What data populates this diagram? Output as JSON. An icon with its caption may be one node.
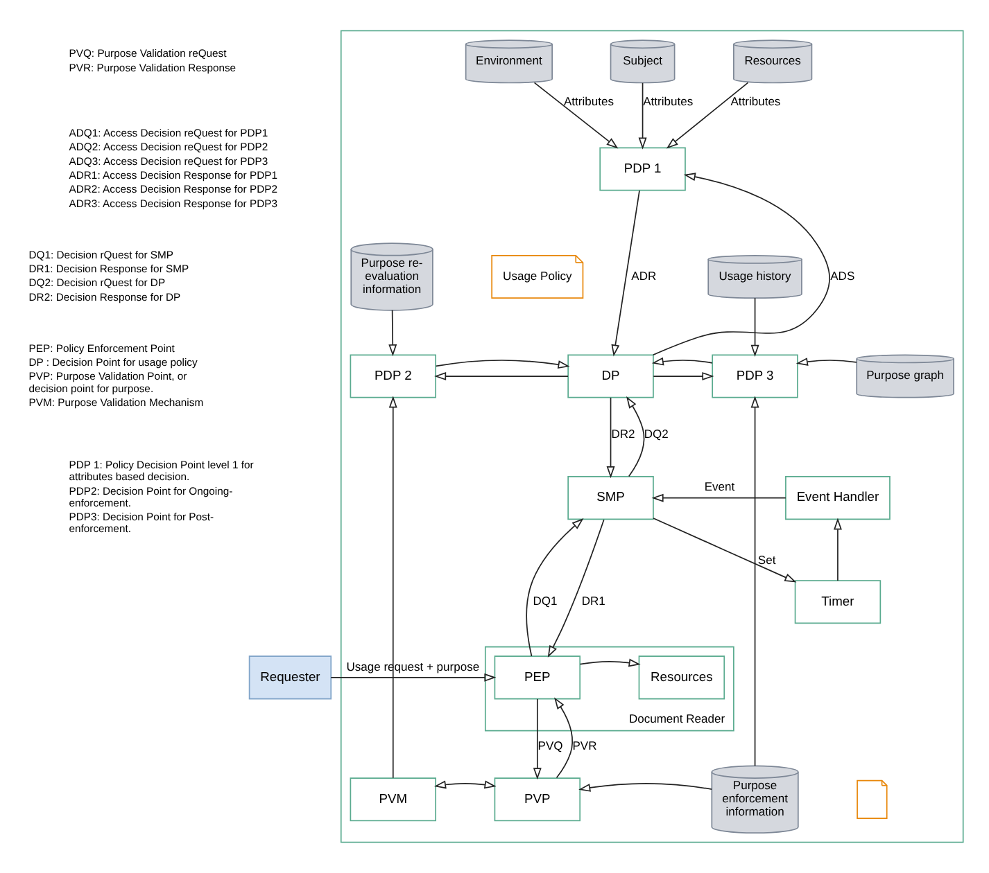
{
  "diagram": {
    "nodes": [
      {
        "text": [],
        "shape": "box"
      },
      {
        "text": [
          "Subject"
        ],
        "in": 0
      },
      {
        "text": [
          "Environment"
        ],
        "in": 0
      },
      {
        "text": [
          "Resources"
        ],
        "in": 0
      },
      {
        "text": [
          "PDP 1"
        ],
        "in": 0
      },
      {
        "text": [
          "Purpose re-evaluation information"
        ],
        "in": 0
      },
      {
        "text": [
          "Usage Policy"
        ],
        "in": 0
      },
      {
        "text": [
          "Usage history"
        ],
        "in": 0
      },
      {
        "text": [
          "PDP 2"
        ],
        "in": 0
      },
      {
        "text": [
          "DP"
        ],
        "in": 0
      },
      {
        "text": [
          "PDP 3"
        ],
        "in": 0
      },
      {
        "text": [
          "Purpose graph"
        ],
        "in": 0
      },
      {
        "text": [
          "SMP"
        ],
        "in": 0
      },
      {
        "text": [
          "Event Handler"
        ],
        "in": 0
      },
      {
        "text": [
          "Timer"
        ],
        "in": 0
      },
      {
        "text": [
          "Requester"
        ]
      },
      {
        "text": [
          "Document Reader"
        ],
        "in": 0
      },
      {
        "text": [
          "PEP"
        ],
        "in": 16
      },
      {
        "text": [
          "Resources"
        ],
        "in": 16
      },
      {
        "text": [
          "PVM"
        ],
        "in": 0
      },
      {
        "text": [
          "PVP"
        ],
        "in": 0
      },
      {
        "text": [
          "Purpose enforcement information"
        ],
        "in": 0
      },
      {
        "text": [],
        "shape": "document",
        "in": 0
      }
    ],
    "edges": [
      {
        "from": 1,
        "to": 4,
        "arrow": "to",
        "label": "Attributes"
      },
      {
        "from": 2,
        "to": 4,
        "arrow": "to",
        "label": "Attributes"
      },
      {
        "from": 3,
        "to": 4,
        "arrow": "to",
        "label": "Attributes"
      },
      {
        "from": 4,
        "to": 9,
        "arrow": "to",
        "label": "ADR"
      },
      {
        "from": 9,
        "to": 4,
        "arrow": "to",
        "label": "ADS"
      },
      {
        "from": 5,
        "to": 8,
        "arrow": "to"
      },
      {
        "from": 7,
        "to": 10,
        "arrow": "to"
      },
      {
        "from": 9,
        "to": 8,
        "arrow": "to"
      },
      {
        "from": 8,
        "to": 9,
        "arrow": "to"
      },
      {
        "from": 9,
        "to": 10,
        "arrow": "to"
      },
      {
        "from": 10,
        "to": 9,
        "arrow": "to"
      },
      {
        "from": 11,
        "to": 10,
        "arrow": "to"
      },
      {
        "from": 9,
        "to": 12,
        "arrow": "to",
        "label": "DR2"
      },
      {
        "from": 12,
        "to": 9,
        "arrow": "to",
        "label": "DQ2"
      },
      {
        "from": 13,
        "to": 12,
        "arrow": "to",
        "label": "Event"
      },
      {
        "from": 12,
        "to": 14,
        "arrow": "to",
        "label": "Set"
      },
      {
        "from": 14,
        "to": 13,
        "arrow": "to"
      },
      {
        "from": 12,
        "to": 17,
        "arrow": "to",
        "label": "DR1"
      },
      {
        "from": 17,
        "to": 12,
        "arrow": "to",
        "label": "DQ1"
      },
      {
        "from": 15,
        "to": 17,
        "arrow": "to",
        "label": "Usage request + purpose"
      },
      {
        "from": 17,
        "to": 18,
        "arrow": "to"
      },
      {
        "from": 20,
        "to": 17,
        "arrow": "to",
        "label": "PVR"
      },
      {
        "from": 17,
        "to": 20,
        "arrow": "to",
        "label": "PVQ"
      },
      {
        "from": 19,
        "to": 8,
        "arrow": "to"
      },
      {
        "from": 19,
        "to": 20,
        "arrow": "both"
      },
      {
        "from": 21,
        "to": 20,
        "arrow": "to"
      },
      {
        "from": 21,
        "to": 10,
        "arrow": "to"
      }
    ],
    "labels": [
      "PVQ: Purpose Validation reQuest",
      "PVR: Purpose Validation Response",
      "ADQ1: Access Decision reQuest for PDP1",
      "ADQ2: Access Decision reQuest for PDP2",
      "ADQ3: Access Decision reQuest for PDP3",
      "ADR1: Access Decision Response for PDP1",
      "ADR2: Access Decision Response for PDP2",
      "ADR3: Access Decision Response for PDP3",
      "DQ1: Decision rQuest for SMP",
      "DR1: Decision Response for SMP",
      "DQ2: Decision rQuest for DP",
      "DR2: Decision Response for DP",
      "PEP: Policy Enforcement Point",
      "DP : Decision Point for usage policy",
      "PVP: Purpose Validation Point, or decision point for purpose.",
      "PVM: Purpose Validation Mechanism",
      "PDP 1: Policy Decision Point level 1 for attributes based decision.",
      "PDP2: Decision Point for Ongoing-enforcement.",
      "PDP3: Decision Point for Post-enforcement."
    ]
  }
}
